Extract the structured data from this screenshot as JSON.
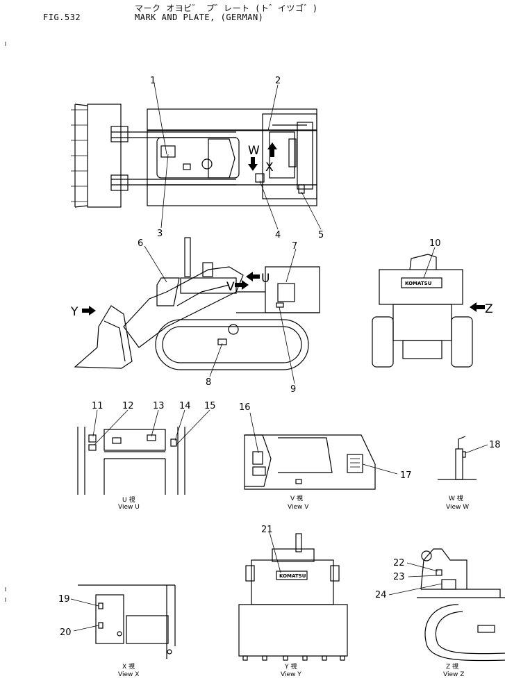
{
  "header": {
    "fig_no": "FIG.532",
    "title_jp": "マーク オヨビ゛ プ゛レート (ト゛イツゴ゛)",
    "title_en": "MARK AND PLATE, (GERMAN)"
  },
  "callouts": [
    "1",
    "2",
    "3",
    "4",
    "5",
    "6",
    "7",
    "8",
    "9",
    "10",
    "11",
    "12",
    "13",
    "14",
    "15",
    "16",
    "17",
    "18",
    "19",
    "20",
    "21",
    "22",
    "23",
    "24"
  ],
  "view_arrows": {
    "w": "W",
    "x": "X",
    "v": "V",
    "u": "U",
    "y": "Y",
    "z": "Z"
  },
  "views": [
    {
      "jp": "U 視",
      "en": "View U"
    },
    {
      "jp": "V 視",
      "en": "View V"
    },
    {
      "jp": "W 視",
      "en": "View W"
    },
    {
      "jp": "X 視",
      "en": "View X"
    },
    {
      "jp": "Y 視",
      "en": "View Y"
    },
    {
      "jp": "Z 視",
      "en": "View Z"
    }
  ],
  "brand_plate": "KOMATSU"
}
